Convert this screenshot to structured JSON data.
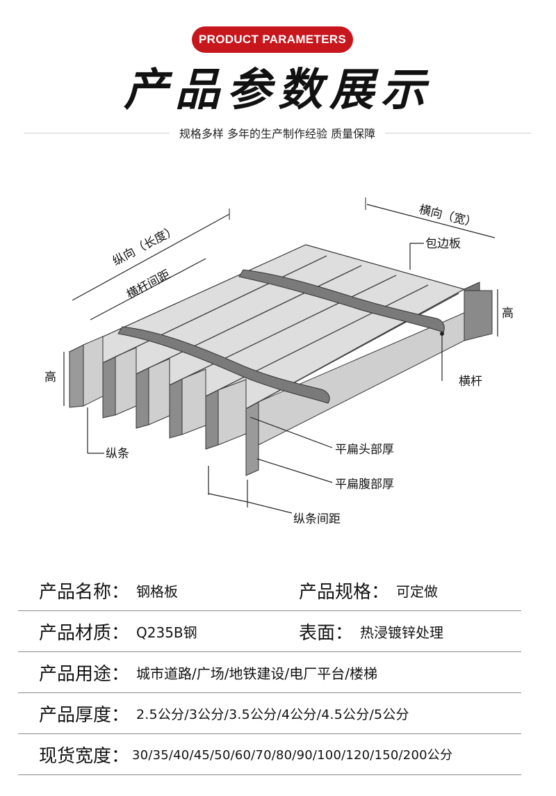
{
  "header": {
    "badge": "PRODUCT PARAMETERS",
    "title": "产品参数展示",
    "subtitle": "规格多样 多年的生产制作经验 质量保障",
    "badge_color": "#c8161d"
  },
  "diagram": {
    "labels": {
      "longitudinal": "纵向（长度）",
      "crossbar_spacing": "横杆间距",
      "transverse": "横向（宽）",
      "edge_plate": "包边板",
      "height_right": "高",
      "height_left": "高",
      "crossbar": "横杆",
      "bearing_bar": "纵条",
      "flat_head_thickness": "平扁头部厚",
      "flat_belly_thickness": "平扁腹部厚",
      "bearing_bar_spacing": "纵条间距"
    }
  },
  "params": {
    "rows": [
      {
        "k1": "产品名称：",
        "v1": "钢格板",
        "k2": "产品规格：",
        "v2": "可定做"
      },
      {
        "k1": "产品材质：",
        "v1": "Q235B钢",
        "k2": "表面：",
        "v2": "热浸镀锌处理"
      },
      {
        "k1": "产品用途：",
        "v1": "城市道路/广场/地铁建设/电厂平台/楼梯"
      },
      {
        "k1": "产品厚度：",
        "v1": "2.5公分/3公分/3.5公分/4公分/4.5公分/5公分"
      },
      {
        "k1": "现货宽度：",
        "v1": "30/35/40/45/50/60/70/80/90/100/120/150/200公分"
      }
    ]
  }
}
